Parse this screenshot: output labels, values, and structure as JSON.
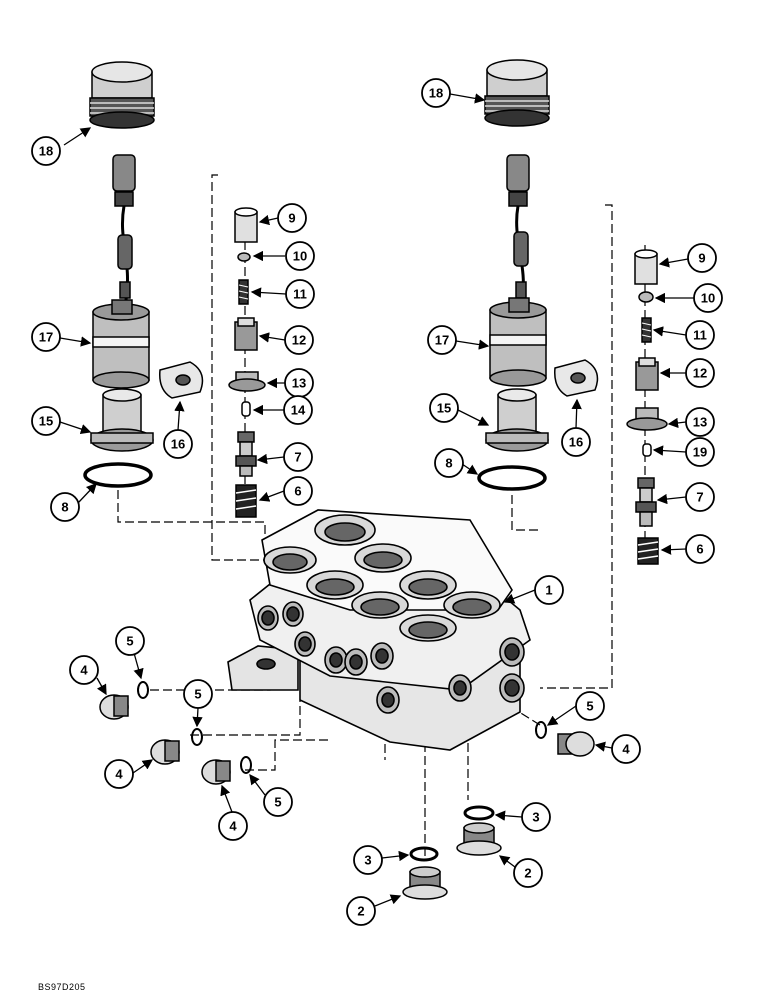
{
  "diagram": {
    "reference_code": "BS97D205",
    "callouts": [
      "1",
      "2",
      "3",
      "4",
      "5",
      "6",
      "7",
      "8",
      "9",
      "10",
      "11",
      "12",
      "13",
      "14",
      "15",
      "16",
      "17",
      "18",
      "19"
    ]
  }
}
